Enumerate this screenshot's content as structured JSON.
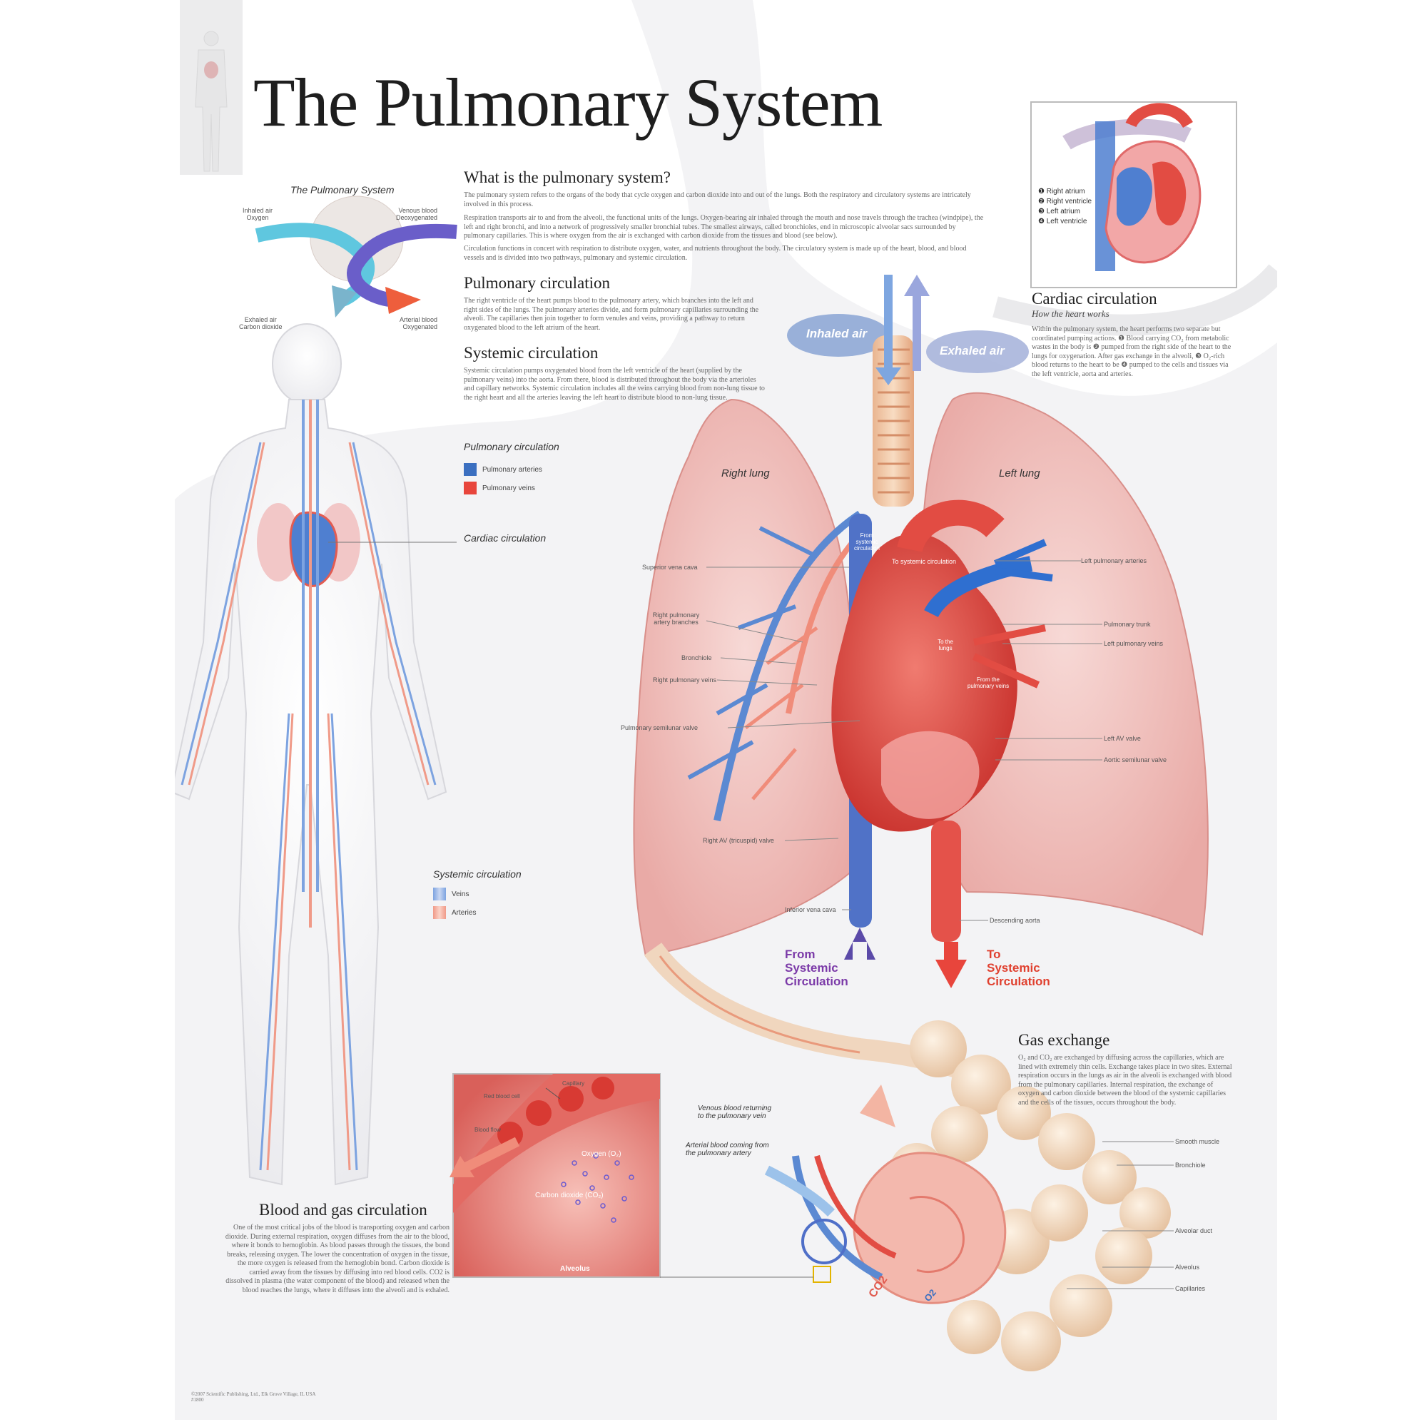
{
  "title": "The Pulmonary System",
  "what_is": {
    "heading": "What is the pulmonary system?",
    "p1": "The pulmonary system refers to the organs of the body that cycle oxygen and carbon dioxide into and out of the lungs. Both the respiratory and circulatory systems are intricately involved in this process.",
    "p2": "Respiration transports air to and from the alveoli, the functional units of the lungs. Oxygen-bearing air inhaled through the mouth and nose travels through the trachea (windpipe), the left and right bronchi, and into a network of progressively smaller bronchial tubes. The smallest airways, called bronchioles, end in microscopic alveolar sacs surrounded by pulmonary capillaries. This is where oxygen from the air is exchanged with carbon dioxide from the tissues and blood (see below).",
    "p3": "Circulation functions in concert with respiration to distribute oxygen, water, and nutrients throughout the body. The circulatory system is made up of the heart, blood, and blood vessels and is divided into two pathways, pulmonary and systemic circulation."
  },
  "cycle_diagram": {
    "title": "The Pulmonary System",
    "inhaled": "Inhaled air\nOxygen",
    "venous": "Venous blood\nDeoxygenated",
    "exhaled": "Exhaled air\nCarbon dioxide",
    "arterial": "Arterial blood\nOxygenated"
  },
  "pulmonary_circ": {
    "heading": "Pulmonary circulation",
    "text": "The right ventricle of the heart pumps blood to the pulmonary artery, which branches into the left and right sides of the lungs. The pulmonary arteries divide, and form pulmonary capillaries surrounding the alveoli. The capillaries then join together to form venules and veins, providing a pathway to return oxygenated blood to the left atrium of the heart."
  },
  "systemic_circ": {
    "heading": "Systemic circulation",
    "text": "Systemic circulation pumps oxygenated blood from the left ventricle of the heart (supplied by the pulmonary veins) into the aorta. From there, blood is distributed throughout the body via the arterioles and capillary networks. Systemic circulation includes all the veins carrying blood from non-lung tissue to the right heart and all the arteries leaving the left heart to distribute blood to non-lung tissue."
  },
  "legend_pulmonary": {
    "title": "Pulmonary circulation",
    "arteries": "Pulmonary arteries",
    "veins": "Pulmonary veins"
  },
  "cardiac_label": "Cardiac circulation",
  "legend_systemic": {
    "title": "Systemic circulation",
    "veins": "Veins",
    "arteries": "Arteries"
  },
  "heart_inset": {
    "items": [
      "❶ Right atrium",
      "❷ Right ventricle",
      "❸ Left atrium",
      "❹ Left ventricle"
    ]
  },
  "cardiac_circ": {
    "heading": "Cardiac circulation",
    "subheading": "How the heart works",
    "text": "Within the pulmonary system, the heart performs two separate but coordinated pumping actions. ❶ Blood carrying CO₂ from metabolic wastes in the body is ❷ pumped from the right side of the heart to the lungs for oxygenation. After gas exchange in the alveoli, ❸ O₂-rich blood returns to the heart to be ❹ pumped to the cells and tissues via the left ventricle, aorta and arteries."
  },
  "lungs": {
    "inhaled": "Inhaled air",
    "exhaled": "Exhaled air",
    "right_lung": "Right lung",
    "left_lung": "Left lung",
    "from_systemic_small": "From systemic circulation",
    "to_systemic_small": "To systemic circulation",
    "to_lungs": "To the lungs",
    "from_lungs": "From the pulmonary veins",
    "left_labels": [
      "Superior vena cava",
      "Right pulmonary artery branches",
      "Bronchiole",
      "Right pulmonary veins",
      "Pulmonary semilunar valve",
      "Right AV (tricuspid) valve",
      "Inferior vena cava"
    ],
    "right_labels": [
      "Left pulmonary arteries",
      "Pulmonary trunk",
      "Left pulmonary veins",
      "Left AV valve",
      "Aortic semilunar valve",
      "Descending aorta"
    ],
    "from_big": "From\nSystemic\nCirculation",
    "to_big": "To\nSystemic\nCirculation"
  },
  "gas_exchange": {
    "heading": "Gas exchange",
    "text": "O₂ and CO₂ are exchanged by diffusing across the capillaries, which are lined with extremely thin cells. Exchange takes place in two sites. External respiration occurs in the lungs as air in the alveoli is exchanged with blood from the pulmonary capillaries. Internal respiration, the exchange of oxygen and carbon dioxide between the blood of the systemic capillaries and the cells of the tissues, occurs throughout the body.",
    "labels": [
      "Smooth muscle",
      "Bronchiole",
      "Alveolar duct",
      "Alveolus",
      "Capillaries"
    ],
    "venous": "Venous blood returning\nto the pulmonary vein",
    "arterial": "Arterial blood coming from\nthe pulmonary artery",
    "co2": "CO2",
    "o2": "O2"
  },
  "inset_alveolus": {
    "red_cell": "Red blood cell",
    "capillary": "Capillary",
    "blood_flow": "Blood flow",
    "oxygen": "Oxygen (O₂)",
    "co2": "Carbon dioxide (CO₂)",
    "alveolus": "Alveolus"
  },
  "blood_gas": {
    "heading": "Blood and gas circulation",
    "text": "One of the most critical jobs of the blood is transporting oxygen and carbon dioxide. During external respiration, oxygen diffuses from the air to the blood, where it bonds to hemoglobin. As blood passes through the tissues, the bond breaks, releasing oxygen. The lower the concentration of oxygen in the tissue, the more oxygen is released from the hemoglobin bond. Carbon dioxide is carried away from the tissues by diffusing into red blood cells. CO2 is dissolved in plasma (the water component of the blood) and released when the blood reaches the lungs, where it diffuses into the alveoli and is exhaled."
  },
  "copyright": "©2007 Scientific Publishing, Ltd., Elk Grove Village, IL USA\n#1800",
  "colors": {
    "artery": "#e8453c",
    "vein": "#3b6fc0",
    "lung": "#f2c6c6",
    "silhouette": "#e6e6e8"
  }
}
